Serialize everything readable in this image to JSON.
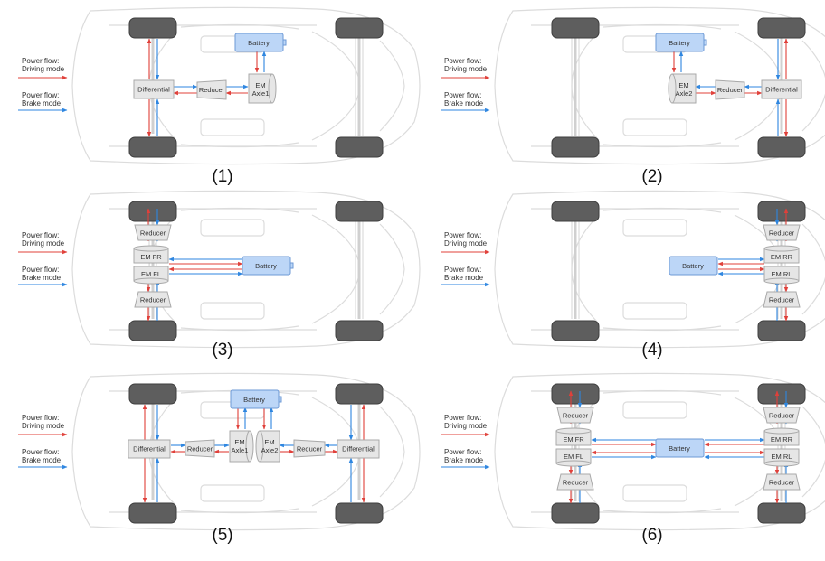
{
  "legend": {
    "drive_line1": "Power flow:",
    "drive_line2": "Driving mode",
    "brake_line1": "Power flow:",
    "brake_line2": "Brake mode"
  },
  "colors": {
    "driving": "#e0403a",
    "brake": "#2e86e0",
    "battery_fill": "#bcd6f7",
    "component_fill": "#e6e6e6",
    "wheel": "#5e5e5e"
  },
  "panels": [
    {
      "id": "p1",
      "label": "(1)",
      "components": {
        "battery": "Battery",
        "differential": "Differential",
        "reducer": "Reducer",
        "motor_line1": "EM",
        "motor_line2": "Axle1"
      }
    },
    {
      "id": "p2",
      "label": "(2)",
      "components": {
        "battery": "Battery",
        "differential": "Differential",
        "reducer": "Reducer",
        "motor_line1": "EM",
        "motor_line2": "Axle2"
      }
    },
    {
      "id": "p3",
      "label": "(3)",
      "components": {
        "battery": "Battery",
        "reducer_top": "Reducer",
        "reducer_bottom": "Reducer",
        "motor_top": "EM FR",
        "motor_bottom": "EM FL"
      }
    },
    {
      "id": "p4",
      "label": "(4)",
      "components": {
        "battery": "Battery",
        "reducer_top": "Reducer",
        "reducer_bottom": "Reducer",
        "motor_top": "EM RR",
        "motor_bottom": "EM RL"
      }
    },
    {
      "id": "p5",
      "label": "(5)",
      "components": {
        "battery": "Battery",
        "differential_front": "Differential",
        "reducer_front": "Reducer",
        "motor1_line1": "EM",
        "motor1_line2": "Axle1",
        "motor2_line1": "EM",
        "motor2_line2": "Axle2",
        "reducer_rear": "Reducer",
        "differential_rear": "Differential"
      }
    },
    {
      "id": "p6",
      "label": "(6)",
      "components": {
        "battery": "Battery",
        "reducer_front_top": "Reducer",
        "reducer_front_bottom": "Reducer",
        "motor_fr": "EM FR",
        "motor_fl": "EM FL",
        "reducer_rear_top": "Reducer",
        "reducer_rear_bottom": "Reducer",
        "motor_rr": "EM RR",
        "motor_rl": "EM RL"
      }
    }
  ]
}
